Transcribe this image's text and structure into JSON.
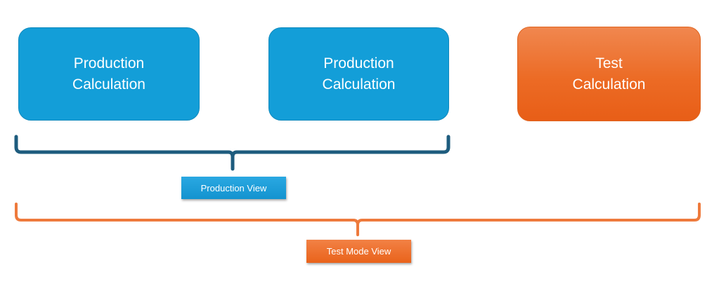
{
  "boxes": [
    {
      "line1": "Production",
      "line2": "Calculation"
    },
    {
      "line1": "Production",
      "line2": "Calculation"
    },
    {
      "line1": "Test",
      "line2": "Calculation"
    }
  ],
  "labels": {
    "production_view": "Production View",
    "test_mode_view": "Test Mode View"
  },
  "colors": {
    "production_blue": "#139ed8",
    "test_orange": "#ec6b25",
    "production_brace": "#1e5c7e",
    "test_brace": "#ee7a3c"
  }
}
